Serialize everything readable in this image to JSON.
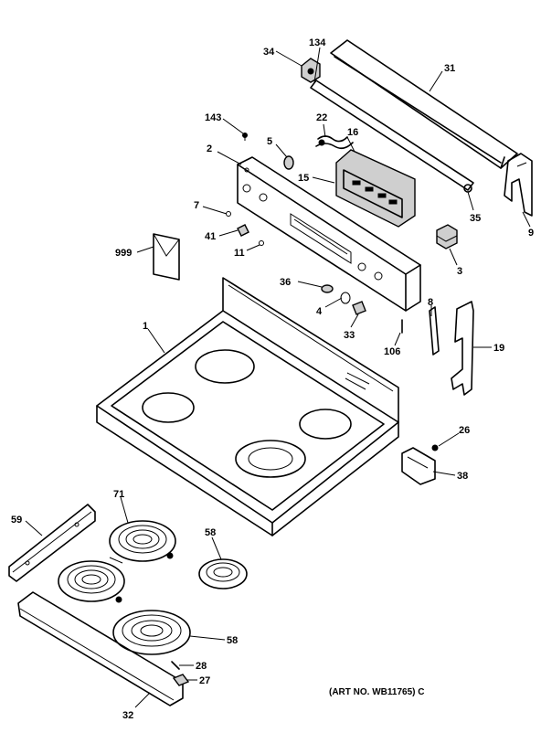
{
  "callouts": {
    "c34": "34",
    "c134": "134",
    "c31": "31",
    "c143": "143",
    "c22": "22",
    "c16": "16",
    "c5": "5",
    "c2": "2",
    "c15": "15",
    "c35": "35",
    "c9": "9",
    "c7": "7",
    "c41": "41",
    "c11": "11",
    "c999": "999",
    "c3": "3",
    "c36": "36",
    "c4": "4",
    "c33": "33",
    "c8": "8",
    "c19": "19",
    "c106": "106",
    "c1": "1",
    "c26": "26",
    "c38": "38",
    "c71": "71",
    "c59": "59",
    "c58a": "58",
    "c58b": "58",
    "c28": "28",
    "c27": "27",
    "c32": "32"
  },
  "art_number": "(ART NO. WB11765) C"
}
